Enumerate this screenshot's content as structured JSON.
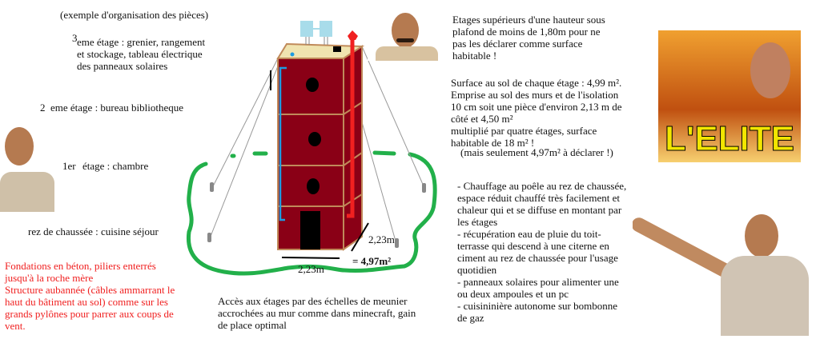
{
  "left": {
    "title": "(exemple d'organisation des pièces)",
    "floor3_num": "3",
    "floor3_text": "eme étage : grenier, rangement\net stockage, tableau électrique\ndes panneaux solaires",
    "floor2_num": "2",
    "floor2_text": "eme étage : bureau bibliotheque",
    "floor1_num": "1er",
    "floor1_text": "étage : chambre",
    "ground": "rez de chaussée : cuisine séjour",
    "red_note": "Fondations en béton, piliers enterrés\njusqu'à la roche mère\nStructure aubannée (câbles ammarrant le\nhaut du bâtiment au sol) comme sur les\ngrands pylônes pour parrer aux coups de\nvent."
  },
  "diagram": {
    "dim_side": "2,23m",
    "dim_front": "2,23m",
    "area": "= 4,97m²",
    "ladder_note": "Accès aux étages par des échelles de meunier\naccrochées au mur comme dans minecraft, gain\nde place optimal"
  },
  "right": {
    "height_note": "Etages supérieurs d'une hauteur sous\nplafond de moins de 1,80m pour ne\npas les déclarer comme surface\nhabitable !",
    "surface_note": "Surface au sol de chaque étage : 4,99 m².\nEmprise au sol des murs et de l'isolation\n10 cm soit une pièce d'environ 2,13 m de\ncôté et 4,50 m²\nmultiplié par quatre étages, surface\nhabitable de 18 m² !",
    "surface_aside": "(mais seulement 4,97m² à déclarer !)",
    "features": "- Chauffage au poêle au rez de chaussée,\nespace réduit chauffé très facilement et\nchaleur qui et se diffuse en montant par\nles étages\n- récupération eau de pluie du toit-\nterrasse qui descend à une citerne en\nciment au rez de chaussée pour l'usage\nquotidien\n- panneaux solaires pour alimenter une\nou deux ampoules et un pc\n- cuisininière autonome sur bombonne\nde gaz"
  },
  "meme": {
    "elite_caption": "L'ELITE"
  },
  "colors": {
    "brick": "#8a0016",
    "wood": "#c08a5a",
    "green": "#22b04a",
    "red": "#f02020",
    "blue": "#1e9be0"
  }
}
